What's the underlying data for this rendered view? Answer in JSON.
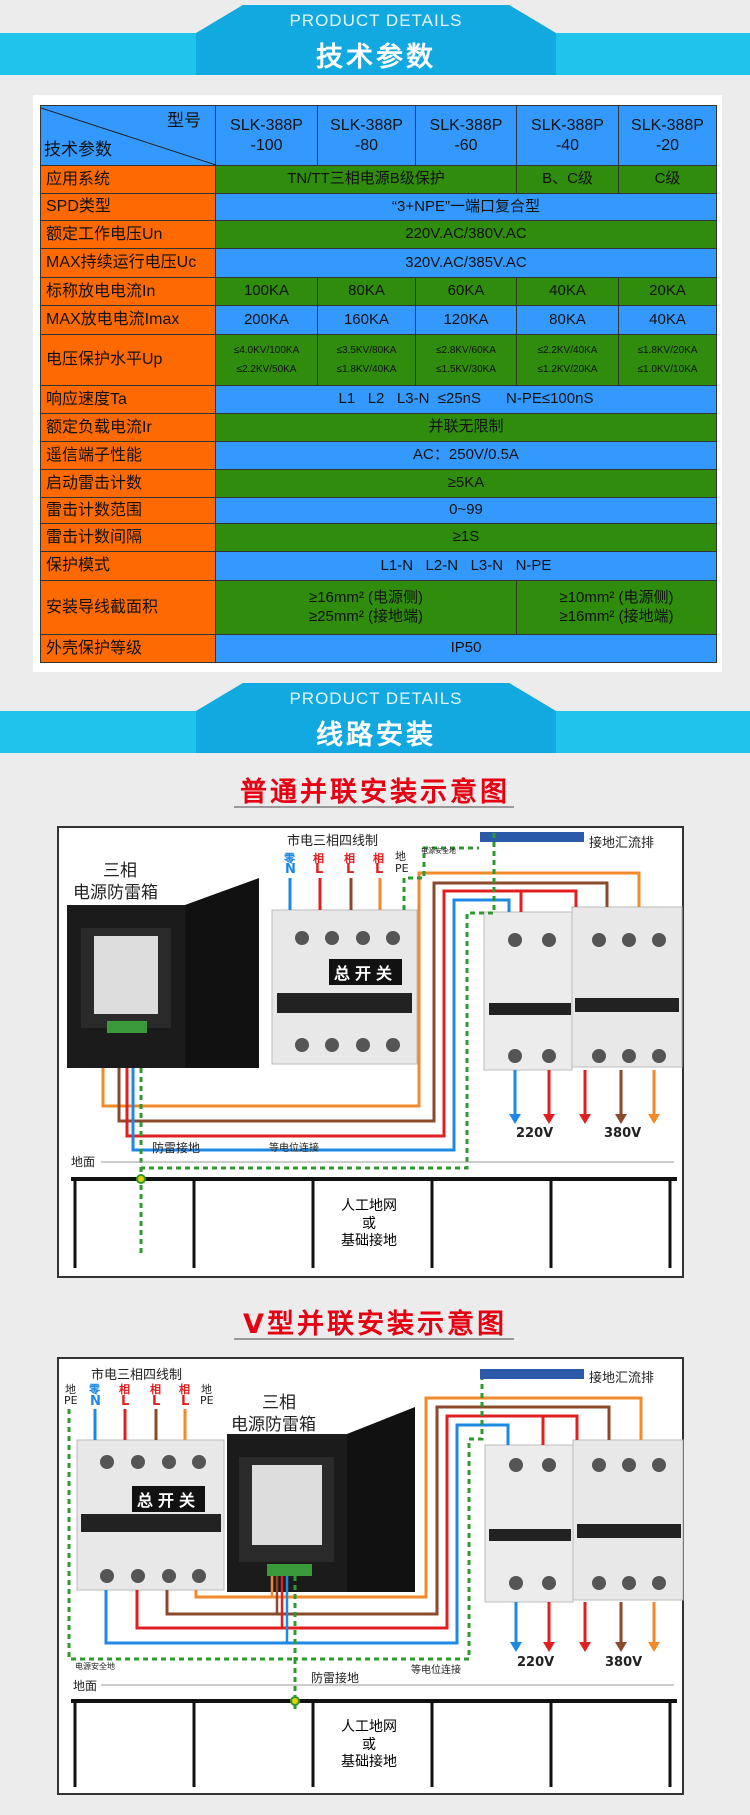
{
  "banners": [
    {
      "en": "PRODUCT DETAILS",
      "cn": "技术参数"
    },
    {
      "en": "PRODUCT DETAILS",
      "cn": "线路安装"
    }
  ],
  "table": {
    "corner_top": "型号",
    "corner_bottom": "技术参数",
    "models": [
      "SLK-388P\n-100",
      "SLK-388P\n-80",
      "SLK-388P\n-60",
      "SLK-388P\n-40",
      "SLK-388P\n-20"
    ],
    "rows": {
      "app": {
        "label": "应用系统",
        "v1": "TN/TT三相电源B级保护",
        "v2": "B、C级",
        "v3": "C级"
      },
      "spd": {
        "label": "SPD类型",
        "v": "“3+NPE”一端口复合型"
      },
      "un": {
        "label": "额定工作电压Un",
        "v": "220V.AC/380V.AC"
      },
      "uc": {
        "label": "MAX持续运行电压Uc",
        "v": "320V.AC/385V.AC"
      },
      "in": {
        "label": "标称放电电流In",
        "v": [
          "100KA",
          "80KA",
          "60KA",
          "40KA",
          "20KA"
        ]
      },
      "imax": {
        "label": "MAX放电电流Imax",
        "v": [
          "200KA",
          "160KA",
          "120KA",
          "80KA",
          "40KA"
        ]
      },
      "up": {
        "label": "电压保护水平Up",
        "a": [
          "≤4.0KV/100KA",
          "≤3.5KV/80KA",
          "≤2.8KV/60KA",
          "≤2.2KV/40KA",
          "≤1.8KV/20KA"
        ],
        "b": [
          "≤2.2KV/50KA",
          "≤1.8KV/40KA",
          "≤1.5KV/30KA",
          "≤1.2KV/20KA",
          "≤1.0KV/10KA"
        ]
      },
      "ta": {
        "label": "响应速度Ta",
        "v": "L1   L2   L3-N  ≤25nS      N-PE≤100nS"
      },
      "ir": {
        "label": "额定负载电流Ir",
        "v": "并联无限制"
      },
      "sig": {
        "label": "遥信端子性能",
        "v": "AC：250V/0.5A"
      },
      "start": {
        "label": "启动雷击计数",
        "v": "≥5KA"
      },
      "range": {
        "label": "雷击计数范围",
        "v": "0~99"
      },
      "interval": {
        "label": "雷击计数间隔",
        "v": "≥1S"
      },
      "mode": {
        "label": "保护模式",
        "v": "L1-N   L2-N   L3-N   N-PE"
      },
      "wire": {
        "label": "安装导线截面积",
        "a1": "≥16mm² (电源侧)",
        "a2": "≥25mm² (接地端)",
        "b1": "≥10mm² (电源侧)",
        "b2": "≥16mm² (接地端)"
      },
      "ip": {
        "label": "外壳保护等级",
        "v": "IP50"
      }
    }
  },
  "diagrams": [
    {
      "title": "普通并联安装示意图",
      "supply": "市电三相四线制",
      "n_top": "零",
      "n": "N",
      "l_top": "相",
      "l": "L",
      "pe_top": "地",
      "pe": "PE",
      "safe_ground": "电源安全地",
      "busbar": "接地汇流排",
      "spd_box": [
        "三相",
        "电源防雷箱"
      ],
      "main_switch": "总开关",
      "v220": "220V",
      "v380": "380V",
      "lightning_ground": "防雷接地",
      "equipotential": "等电位连接",
      "ground_surface": "地面",
      "grid": [
        "人工地网",
        "或",
        "基础接地"
      ]
    },
    {
      "title": "V型并联安装示意图",
      "supply": "市电三相四线制",
      "n_top": "零",
      "n": "N",
      "l_top": "相",
      "l": "L",
      "pe_top": "地",
      "pe": "PE",
      "safe_ground": "电源安全地",
      "busbar": "接地汇流排",
      "spd_box": [
        "三相",
        "电源防雷箱"
      ],
      "main_switch": "总开关",
      "v220": "220V",
      "v380": "380V",
      "lightning_ground": "防雷接地",
      "equipotential": "等电位连接",
      "ground_surface": "地面",
      "grid": [
        "人工地网",
        "或",
        "基础接地"
      ]
    }
  ],
  "colors": {
    "orange": "#ff6a00",
    "green": "#2f8c0c",
    "blue": "#3399ff",
    "title_red": "#e60012",
    "banner": "#1fc4ea"
  }
}
